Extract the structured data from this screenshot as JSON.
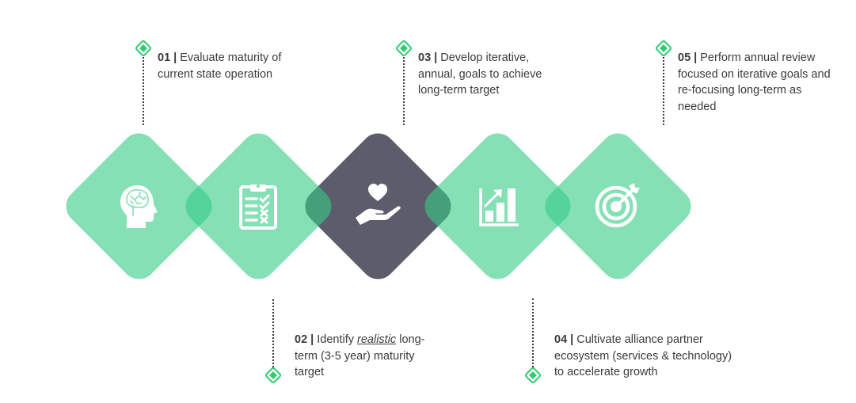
{
  "colors": {
    "green_fill": "#85e0b6",
    "green_overlap": "#47cf8f",
    "dark_fill": "#5d5c6a",
    "dark_overlap": "#33906a",
    "marker_green": "#2ecc71",
    "text": "#3b3b3b",
    "icon": "#ffffff"
  },
  "steps": [
    {
      "number": "01 |",
      "text": "Evaluate maturity of current state operation",
      "icon": "brain-head-icon",
      "position": "top"
    },
    {
      "number": "02 |",
      "text_before": "Identify ",
      "text_emphasis": "realistic",
      "text_after": " long-term (3-5 year) maturity target",
      "icon": "clipboard-checklist-icon",
      "position": "bottom"
    },
    {
      "number": "03 |",
      "text": "Develop iterative, annual, goals to achieve long-term target",
      "icon": "heart-in-hand-icon",
      "position": "top",
      "highlighted": true
    },
    {
      "number": "04 |",
      "text": "Cultivate alliance partner ecosystem (services & technology) to accelerate growth",
      "icon": "growth-bar-chart-icon",
      "position": "bottom"
    },
    {
      "number": "05 |",
      "text": "Perform annual review focused on iterative goals and re-focusing long-term as needed",
      "icon": "target-arrow-icon",
      "position": "top"
    }
  ]
}
